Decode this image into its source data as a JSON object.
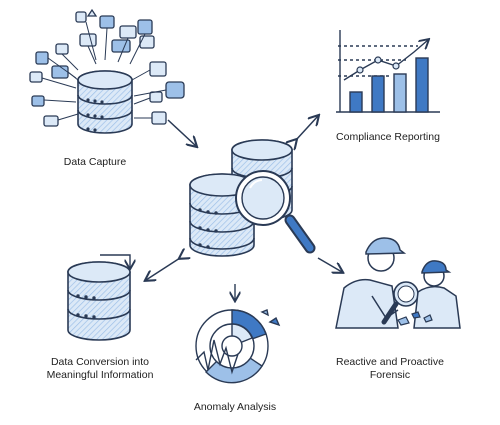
{
  "nodes": {
    "data_capture": "Data Capture",
    "compliance_reporting": "Compliance Reporting",
    "data_conversion": "Data Conversion into Meaningful Information",
    "anomaly_analysis": "Anomaly Analysis",
    "forensic": "Reactive and Proactive Forensic"
  },
  "colors": {
    "ink": "#2a3a55",
    "fill": "#dce9f7",
    "fill_mid": "#9dc0e8",
    "accent": "#3f79c4",
    "accent_dark": "#2b5c9c"
  }
}
